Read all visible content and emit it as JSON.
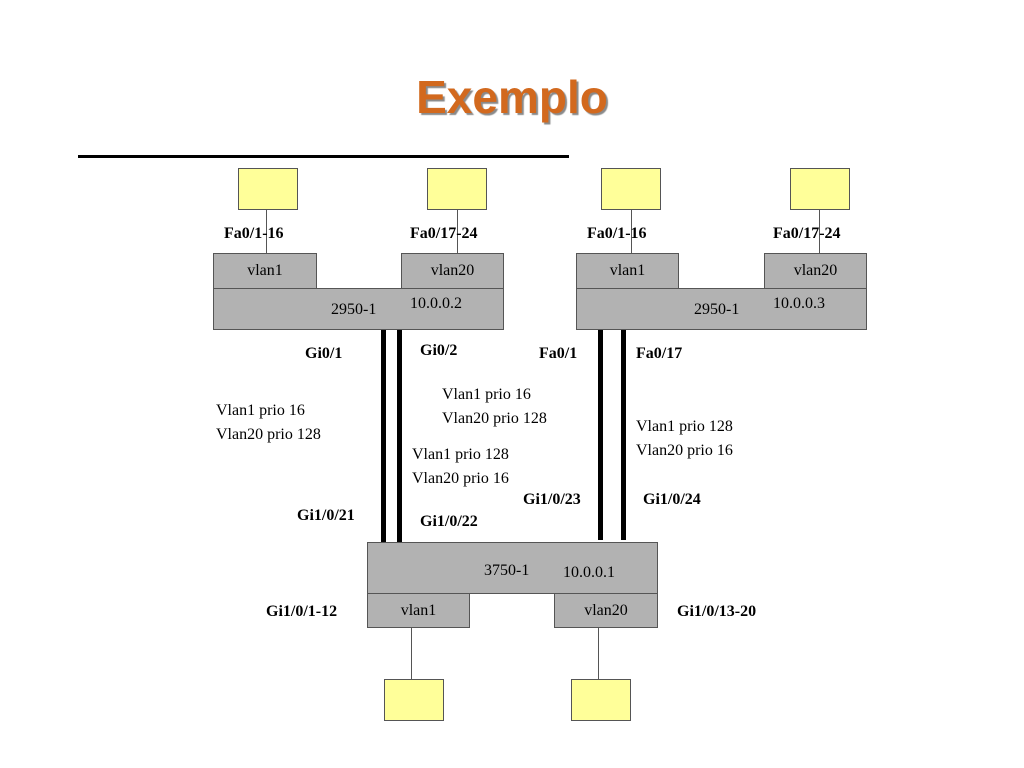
{
  "title": "Exemplo",
  "switch_left": {
    "name": "2950-1",
    "ip": "10.0.0.2",
    "vlan_a": "vlan1",
    "vlan_b": "vlan20",
    "ports_a": "Fa0/1-16",
    "ports_b": "Fa0/17-24",
    "uplink_1": "Gi0/1",
    "uplink_2": "Gi0/2"
  },
  "switch_right": {
    "name": "2950-1",
    "ip": "10.0.0.3",
    "vlan_a": "vlan1",
    "vlan_b": "vlan20",
    "ports_a": "Fa0/1-16",
    "ports_b": "Fa0/17-24",
    "uplink_1": "Fa0/1",
    "uplink_2": "Fa0/17"
  },
  "switch_core": {
    "name": "3750-1",
    "ip": "10.0.0.1",
    "vlan_a": "vlan1",
    "vlan_b": "vlan20",
    "ports_a": "Gi1/0/1-12",
    "ports_b": "Gi1/0/13-20",
    "down_1": "Gi1/0/21",
    "down_2": "Gi1/0/22",
    "down_3": "Gi1/0/23",
    "down_4": "Gi1/0/24"
  },
  "priorities": {
    "link_gi0_1": [
      "Vlan1 prio 16",
      "Vlan20 prio 128"
    ],
    "link_gi0_2": [
      "Vlan1 prio 128",
      "Vlan20 prio 16"
    ],
    "link_mid": [
      "Vlan1 prio 16",
      "Vlan20 prio 128"
    ],
    "link_fa0_17": [
      "Vlan1 prio 128",
      "Vlan20 prio 16"
    ]
  },
  "colors": {
    "title": "#d2691e",
    "host": "#ffff99",
    "switch": "#b2b2b2"
  }
}
